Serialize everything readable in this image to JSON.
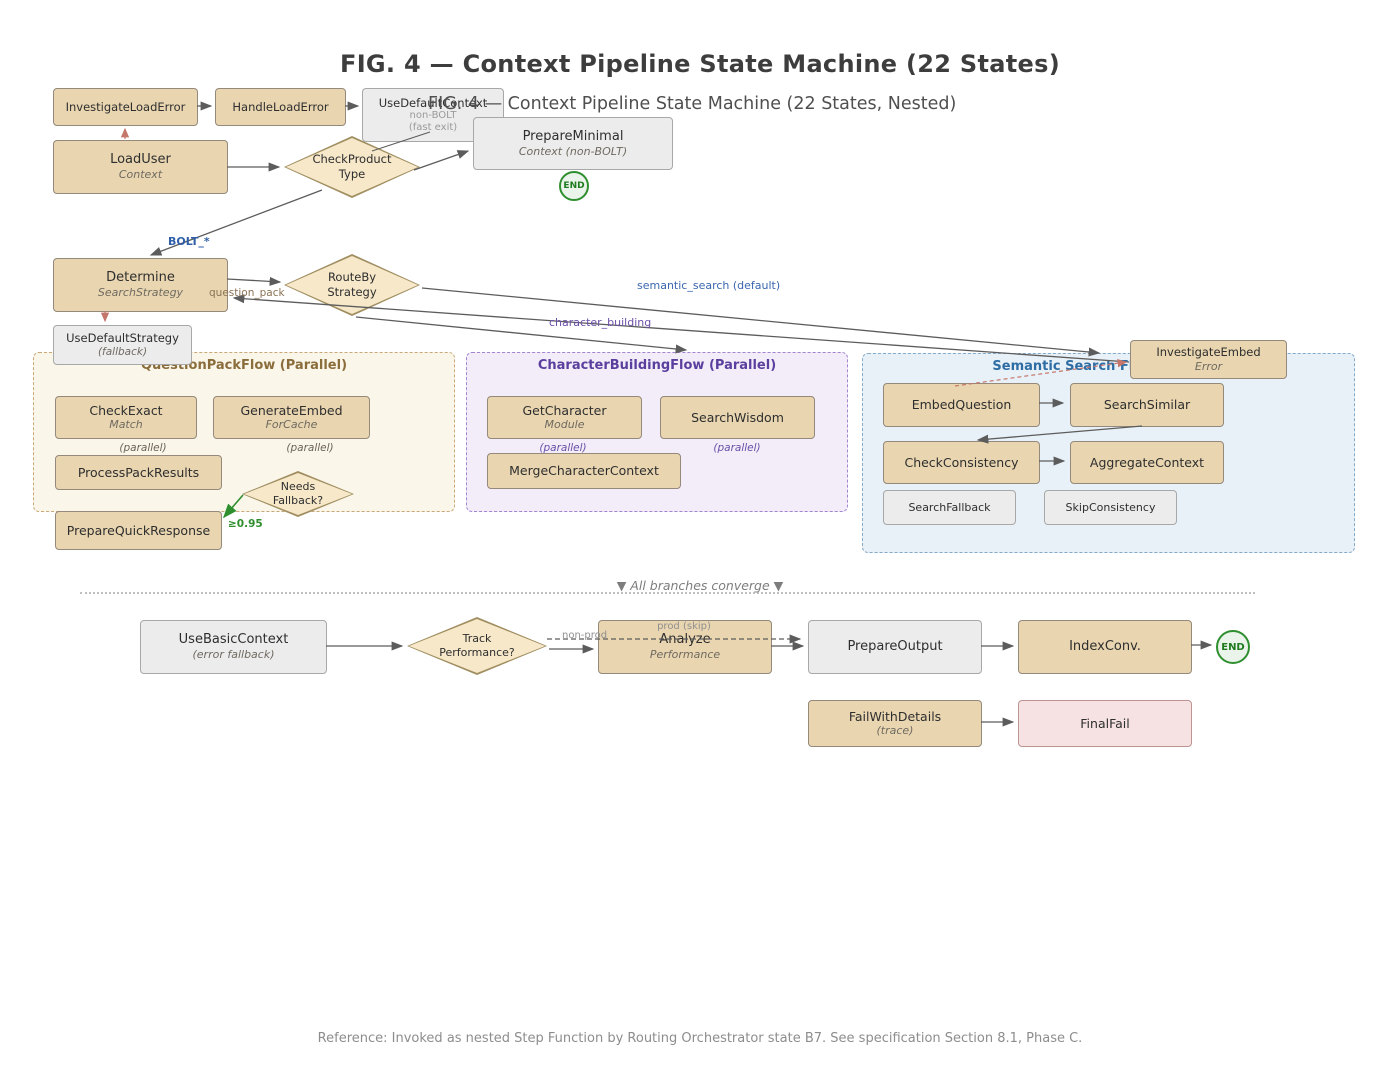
{
  "figure": {
    "title": "FIG. 4 — Context Pipeline State Machine (22 States)",
    "subtitle": "FIG. 4 — Context Pipeline State Machine (22 States, Nested)",
    "converge_note": "▼  All branches converge  ▼",
    "footer": "Reference: Invoked as nested Step Function by Routing Orchestrator state B7. See specification Section 8.1, Phase C."
  },
  "colors": {
    "state_fill": "#e9d6b1",
    "neutral_fill": "#ececec",
    "fail_fill": "#f6e2e2",
    "end_green": "#2f8f2f",
    "error_salmon": "#c4766b",
    "label_blue": "#3a66b0",
    "label_purple": "#6b4fa8",
    "qp_title_brown": "#8a6d3b",
    "sem_title_blue": "#2e6da4"
  },
  "nodes": {
    "investigate_load_error": {
      "title": "InvestigateLoadError"
    },
    "handle_load_error": {
      "title": "HandleLoadError"
    },
    "use_default_context": {
      "title": "UseDefaultContext",
      "note1": "non-BOLT",
      "note2": "(fast exit)"
    },
    "load_user": {
      "title": "LoadUser",
      "subtitle": "Context"
    },
    "check_product_type": {
      "line1": "CheckProduct",
      "line2": "Type"
    },
    "prepare_minimal": {
      "title": "PrepareMinimal",
      "subtitle": "Context (non-BOLT)"
    },
    "end_top": {
      "label": "END"
    },
    "determine": {
      "title": "Determine",
      "subtitle": "SearchStrategy"
    },
    "route_by": {
      "line1": "RouteBy",
      "line2": "Strategy"
    },
    "use_default_strategy": {
      "title": "UseDefaultStrategy",
      "subtitle": "(fallback)"
    },
    "check_exact": {
      "title": "CheckExact",
      "subtitle": "Match"
    },
    "generate_embed": {
      "title": "GenerateEmbed",
      "subtitle": "ForCache"
    },
    "process_pack_results": {
      "title": "ProcessPackResults"
    },
    "needs_fallback": {
      "line1": "Needs",
      "line2": "Fallback?"
    },
    "prepare_quick_response": {
      "title": "PrepareQuickResponse"
    },
    "get_character": {
      "title": "GetCharacter",
      "subtitle": "Module"
    },
    "search_wisdom": {
      "title": "SearchWisdom"
    },
    "merge_character_context": {
      "title": "MergeCharacterContext"
    },
    "investigate_embed": {
      "title": "InvestigateEmbed",
      "subtitle": "Error"
    },
    "embed_question": {
      "title": "EmbedQuestion"
    },
    "search_similar": {
      "title": "SearchSimilar"
    },
    "check_consistency": {
      "title": "CheckConsistency"
    },
    "aggregate_context": {
      "title": "AggregateContext"
    },
    "search_fallback": {
      "title": "SearchFallback"
    },
    "skip_consistency": {
      "title": "SkipConsistency"
    },
    "use_basic_context": {
      "title": "UseBasicContext",
      "subtitle": "(error fallback)"
    },
    "track_performance": {
      "line1": "Track",
      "line2": "Performance?"
    },
    "analyze": {
      "title": "Analyze",
      "subtitle": "Performance"
    },
    "prepare_output": {
      "title": "PrepareOutput"
    },
    "index_conv": {
      "title": "IndexConv."
    },
    "end_bottom": {
      "label": "END"
    },
    "fail_with_details": {
      "title": "FailWithDetails",
      "subtitle": "(trace)"
    },
    "final_fail": {
      "title": "FinalFail"
    }
  },
  "containers": {
    "question_pack_flow": {
      "title": "QuestionPackFlow (Parallel)",
      "parallel": "(parallel)"
    },
    "character_building_flow": {
      "title": "CharacterBuildingFlow (Parallel)",
      "parallel": "(parallel)"
    },
    "semantic_flow": {
      "title": "Semantic Search Flow (Default)"
    }
  },
  "edge_labels": {
    "bolt": "BOLT_*",
    "question_pack": "question_pack",
    "semantic_search": "semantic_search (default)",
    "character_building": "character_building",
    "threshold": "≥0.95",
    "non_prod": "non-prod",
    "prod_skip": "prod (skip)"
  }
}
